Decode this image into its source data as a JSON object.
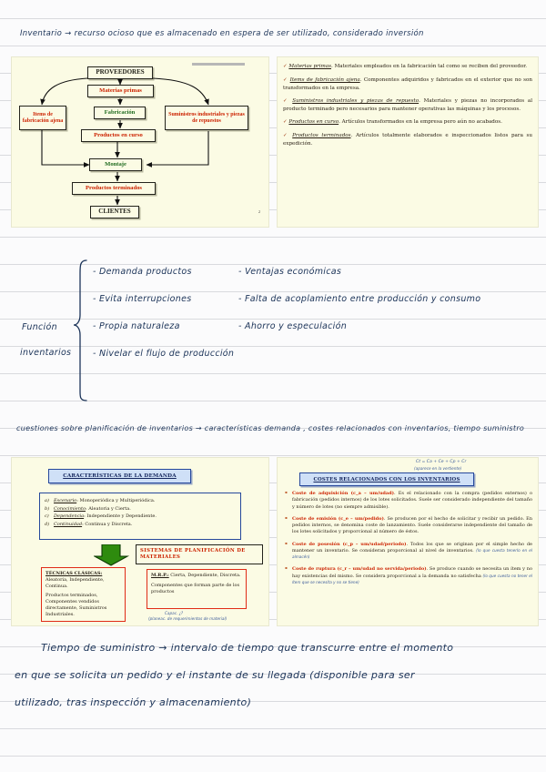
{
  "page": {
    "type": "handwritten-study-notes",
    "background_color": "#fbfbfc",
    "rule_color": "#d9dade",
    "ink_color": "#1b3358"
  },
  "notes": {
    "top_line": "Inventario → recurso ocioso que es almacenado en espera de ser utilizado, considerado inversión",
    "function_label_1": "Función",
    "function_label_2": "inventarios",
    "function_left": [
      "- Demanda productos",
      "- Evita interrupciones",
      "- Propia naturaleza",
      "- Nivelar el flujo de producción"
    ],
    "function_right": [
      "- Ventajas económicas",
      "- Falta de acoplamiento entre producción y consumo",
      "- Ahorro y especulación"
    ],
    "questions_line": "cuestiones sobre planificación de inventarios → características demanda , costes relacionados con inventarios, tiempo suministro",
    "bottom_lines": [
      "Tiempo de suministro → intervalo de tiempo que transcurre entre el momento",
      "en que se solicita un pedido y el instante de su llegada (disponible para ser",
      "utilizado, tras inspección y almacenamiento)"
    ]
  },
  "slide1": {
    "page_number": "2",
    "nodes": [
      {
        "id": "proveedores",
        "label": "PROVEEDORES",
        "color": "black"
      },
      {
        "id": "materias-primas",
        "label": "Materias primas",
        "color": "red"
      },
      {
        "id": "items-fabricacion-ajena",
        "label": "Items de fabricación ajena",
        "color": "red"
      },
      {
        "id": "fabricacion",
        "label": "Fabricación",
        "color": "green"
      },
      {
        "id": "suministros-industriales",
        "label": "Suministros industriales y piezas de repuestos",
        "color": "red"
      },
      {
        "id": "productos-en-curso",
        "label": "Productos en curso",
        "color": "red"
      },
      {
        "id": "montaje",
        "label": "Montaje",
        "color": "green"
      },
      {
        "id": "productos-terminados",
        "label": "Productos terminados",
        "color": "red"
      },
      {
        "id": "clientes",
        "label": "CLIENTES",
        "color": "black"
      }
    ]
  },
  "slide1_text": {
    "items": [
      {
        "term": "Materias primas",
        "body": ". Materiales empleados en la fabricación tal como se reciben del proveedor."
      },
      {
        "term": "Items de fabricación ajena",
        "body": ". Componentes adquiridos y fabricados en el exterior que no son transformados en la empresa."
      },
      {
        "term": "Suministros industriales y piezas de repuesto",
        "body": ". Materiales y piezas no incorporados al producto terminado pero necesarios para mantener operativas las máquinas y los procesos."
      },
      {
        "term": "Productos en curso",
        "body": ". Artículos transformados en la empresa pero aún no acabados."
      },
      {
        "term": "Productos terminados",
        "body": ". Artículos totalmente elaborados e inspeccionados listos para su expedición."
      }
    ]
  },
  "slide2": {
    "header": "CARACTERÍSTICAS DE LA DEMANDA",
    "list": [
      {
        "letter": "a)",
        "term": "Escenario",
        "body": ": Monoperiódica y Multiperiódica."
      },
      {
        "letter": "b)",
        "term": "Conocimiento",
        "body": ": Aleatoria y Cierta."
      },
      {
        "letter": "c)",
        "term": "Dependencia",
        "body": ": Independiente y Dependiente."
      },
      {
        "letter": "d)",
        "term": "Continuidad",
        "body": ": Continua y Discreta."
      }
    ],
    "systems_header": "SISTEMAS DE PLANIFICACIÓN DE MATERIALES",
    "classic_box": {
      "title": "TÉCNICAS CLÁSICAS:",
      "line1": "Aleatoria, Independiente, Continua.",
      "line2": "Productos terminados, Componentes vendidos directamente, Suministros Industriales."
    },
    "mrp_box": {
      "title": "M.R.P.:",
      "line1": "Cierta, Dependiente, Discreta.",
      "line2": "Componentes que forman parte de los productos"
    },
    "mrp_note_1": "Capac. ¿?",
    "mrp_note_2": "(planeac. de requerimientos de material)"
  },
  "slide2b": {
    "header": "COSTES RELACIONADOS CON LOS INVENTARIOS",
    "hand_note_top_1": "Ct = Ca + Ce + Cp + Cr",
    "hand_note_top_2": "(aparece en la vertiente)",
    "costs": [
      {
        "title": "Coste de adquisición (c_a – um/udad)",
        "body": ". Es el relacionado con la compra (pedidos externos) o fabricación (pedidos internos) de los lotes solicitados. Suele ser considerado independiente del tamaño y número de lotes (no siempre admisible)."
      },
      {
        "title": "Coste de emisión (c_e – um/pedido)",
        "body": ". Se producen por el hecho de solicitar y recibir un pedido. En pedidos internos, se denomina coste de lanzamiento. Suele considerarse independiente del tamaño de los lotes solicitados y proporcional al número de éstos.",
        "highlight": "coste de lanzamiento"
      },
      {
        "title": "Coste de posesión (c_p – um/udad/periodo)",
        "body": ". Todos los que se originan por el simple hecho de mantener un inventario. Se consideran proporcional al nivel de inventarios.",
        "note": "(lo que cuesta tenerlo en el almacén)"
      },
      {
        "title": "Coste de ruptura (c_r – um/udad no servida/periodo)",
        "body": ". Se produce cuando se necesita un ítem y no hay existencias del mismo. Se considera proporcional a la demanda no satisfecha",
        "note": "(lo que cuesta no tener el ítem que se necesita y no se tiene)"
      }
    ]
  }
}
